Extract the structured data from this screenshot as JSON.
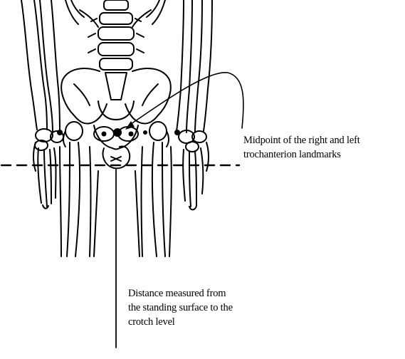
{
  "annotations": {
    "midpoint": {
      "lines": [
        "Midpoint of the right and left",
        "trochanterion landmarks"
      ]
    },
    "distance": {
      "lines": [
        "Distance measured from",
        "the standing surface to the",
        "crotch level"
      ]
    }
  },
  "colors": {
    "ink": "#000000",
    "background": "#ffffff"
  }
}
